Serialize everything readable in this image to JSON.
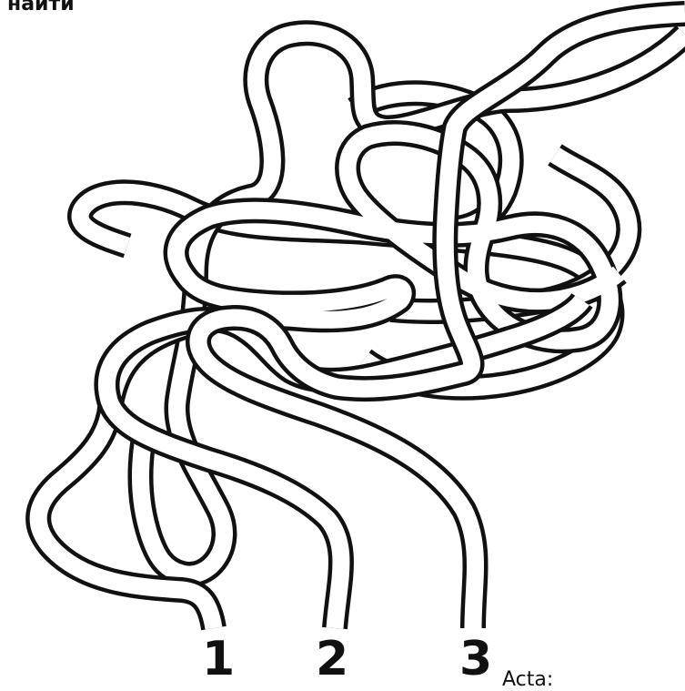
{
  "header": {
    "label": "найти"
  },
  "starts": [
    {
      "label": "1"
    },
    {
      "label": "2"
    },
    {
      "label": "3"
    }
  ],
  "footer": {
    "text": "Acta:"
  },
  "colors": {
    "ink": "#111111",
    "background": "#ffffff"
  }
}
